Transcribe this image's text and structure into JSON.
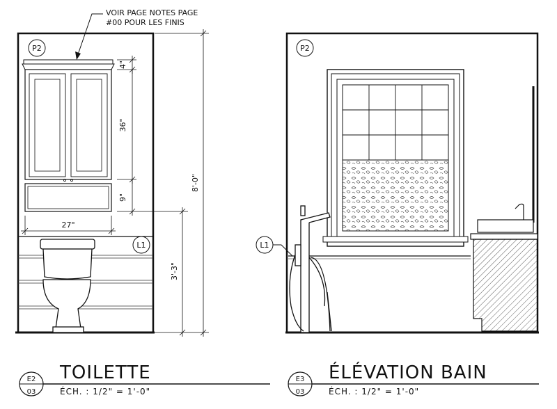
{
  "toilette": {
    "title": "TOILETTE",
    "scale": "ÉCH. : 1/2\" = 1'-0\"",
    "ref_number": "E2",
    "ref_sheet": "03",
    "paint_tag": "P2",
    "finish_tag": "L1",
    "note_line1": "VOIR PAGE NOTES PAGE",
    "note_line2": "#00 POUR LES FINIS",
    "dims": {
      "cabinet_top": "4\"",
      "cabinet_doors": "36\"",
      "cabinet_drawer": "9\"",
      "cabinet_width": "27\"",
      "overall_height": "8'-0\"",
      "wainscot_height": "3'-3\""
    }
  },
  "bain": {
    "title": "ÉLÉVATION BAIN",
    "scale": "ÉCH. : 1/2\" = 1'-0\"",
    "ref_number": "E3",
    "ref_sheet": "03",
    "paint_tag": "P2",
    "finish_tag": "L1"
  }
}
